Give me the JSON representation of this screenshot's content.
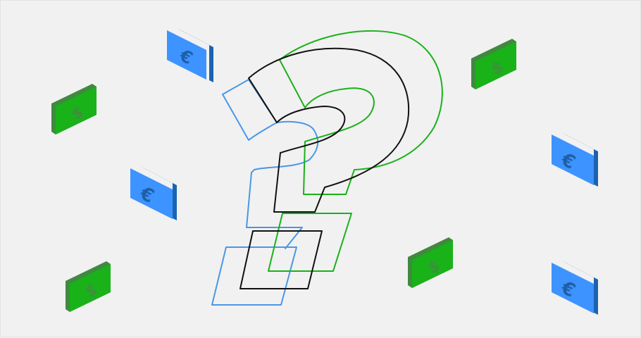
{
  "colors": {
    "background": "#f1f1f1",
    "outline_blue": "#4a97e6",
    "outline_black": "#111111",
    "outline_green": "#19b219",
    "euro_front": "#3d93ff",
    "euro_side": "#1a63b0",
    "euro_text": "#1f5fa8",
    "dollar_front": "#19b219",
    "dollar_side": "#3f8a3f",
    "dollar_text": "#3d8f3d"
  },
  "icons": {
    "question_mark": "question-mark-icon",
    "euro_bill": "euro-banknote-icon",
    "dollar_bill": "dollar-banknote-icon"
  },
  "bills": [
    {
      "currency": "euro",
      "symbol": "€"
    },
    {
      "currency": "dollar",
      "symbol": "$"
    },
    {
      "currency": "euro",
      "symbol": "€"
    },
    {
      "currency": "dollar",
      "symbol": "$"
    },
    {
      "currency": "dollar",
      "symbol": "$"
    },
    {
      "currency": "euro",
      "symbol": "€"
    },
    {
      "currency": "dollar",
      "symbol": "$"
    },
    {
      "currency": "euro",
      "symbol": "€"
    }
  ]
}
